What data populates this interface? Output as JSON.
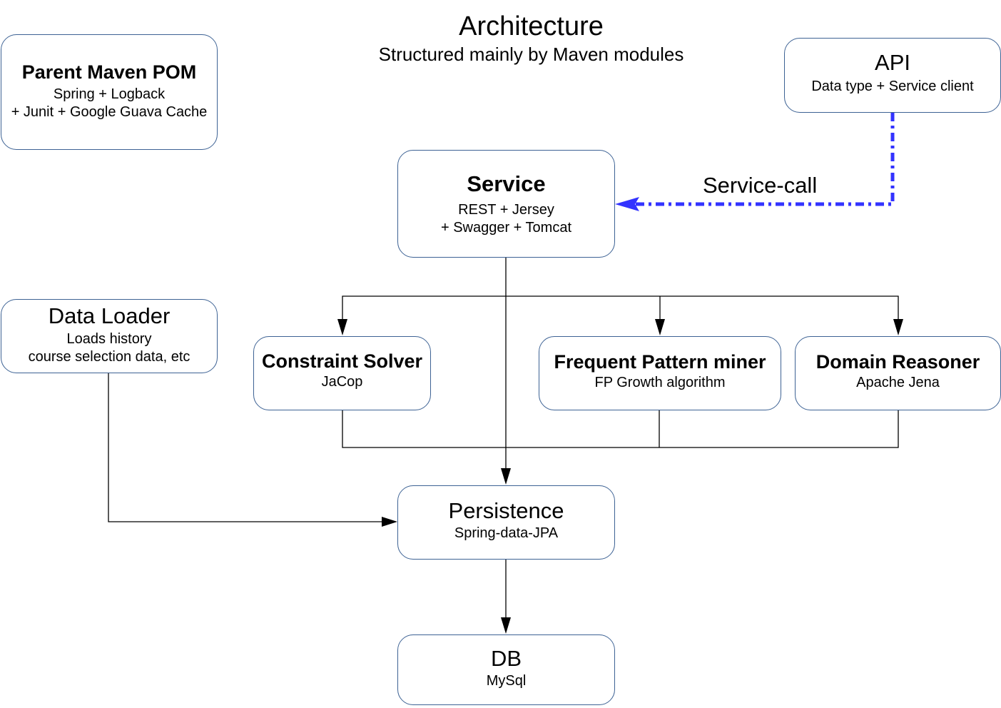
{
  "header": {
    "title": "Architecture",
    "subtitle": "Structured mainly by Maven modules"
  },
  "nodes": {
    "parent_pom": {
      "title": "Parent Maven POM",
      "lines": [
        "Spring + Logback",
        "+ Junit + Google Guava Cache"
      ]
    },
    "api": {
      "title": "API",
      "lines": [
        "Data type + Service client"
      ]
    },
    "service": {
      "title": "Service",
      "lines": [
        "REST + Jersey",
        "+ Swagger + Tomcat"
      ]
    },
    "data_loader": {
      "title": "Data Loader",
      "lines": [
        "Loads history",
        "course selection data, etc"
      ]
    },
    "constraint_solver": {
      "title": "Constraint Solver",
      "lines": [
        "JaCop"
      ]
    },
    "fp_miner": {
      "title": "Frequent Pattern miner",
      "lines": [
        "FP Growth algorithm"
      ]
    },
    "domain_reasoner": {
      "title": "Domain Reasoner",
      "lines": [
        "Apache Jena"
      ]
    },
    "persistence": {
      "title": "Persistence",
      "lines": [
        "Spring-data-JPA"
      ]
    },
    "db": {
      "title": "DB",
      "lines": [
        "MySql"
      ]
    }
  },
  "edges": {
    "service_call_label": "Service-call",
    "colors": {
      "service_call": "#3333ff",
      "connector": "#000000",
      "box_border": "#3d6294"
    }
  }
}
